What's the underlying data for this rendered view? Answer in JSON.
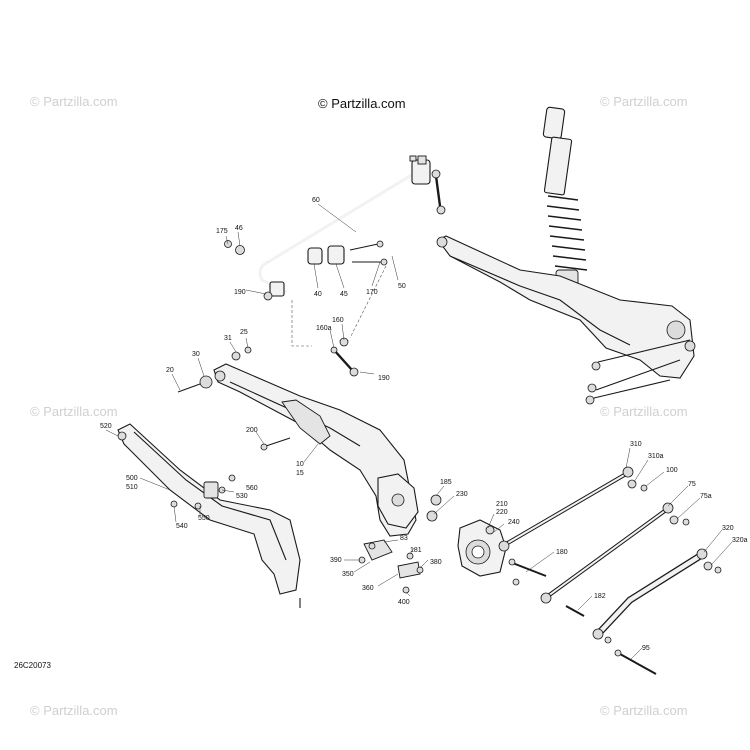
{
  "watermarks": [
    "© Partzilla.com",
    "© Partzilla.com",
    "© Partzilla.com",
    "© Partzilla.com",
    "© Partzilla.com",
    "© Partzilla.com"
  ],
  "brand": "© Partzilla.com",
  "diagram_code": "26C20073",
  "callouts": {
    "p60": "60",
    "p175": "175",
    "p46": "46",
    "p190a": "190",
    "p40": "40",
    "p45": "45",
    "p170": "170",
    "p50": "50",
    "p160": "160",
    "p160a": "160a",
    "p190b": "190",
    "p31": "31",
    "p25": "25",
    "p30": "30",
    "p20": "20",
    "p200": "200",
    "p10": "10",
    "p15": "15",
    "p520": "520",
    "p500": "500",
    "p510": "510",
    "p560": "560",
    "p530": "530",
    "p550": "550",
    "p540": "540",
    "p185": "185",
    "p230": "230",
    "p210": "210",
    "p220": "220",
    "p240": "240",
    "p83": "83",
    "p181": "181",
    "p390": "390",
    "p350": "350",
    "p360": "360",
    "p380": "380",
    "p400": "400",
    "p180": "180",
    "p182": "182",
    "p310": "310",
    "p310a": "310a",
    "p100": "100",
    "p75": "75",
    "p75a": "75a",
    "p320": "320",
    "p320a": "320a",
    "p95": "95"
  }
}
